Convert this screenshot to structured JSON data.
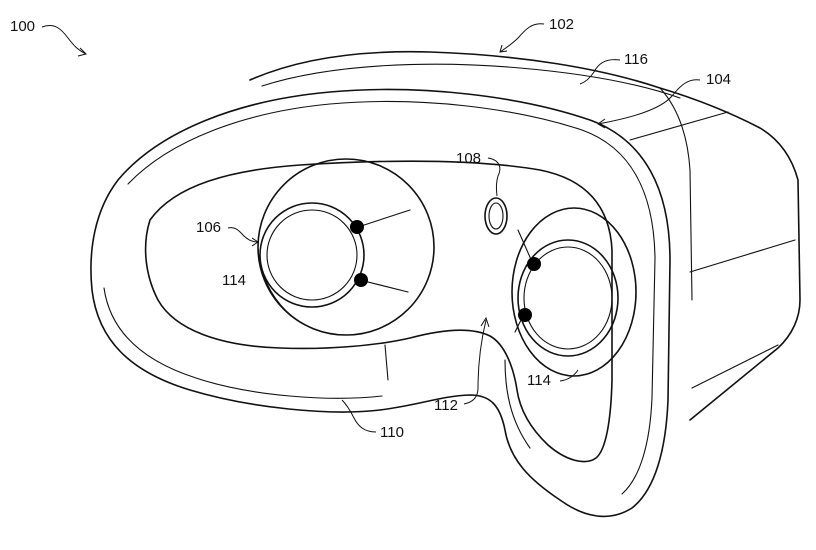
{
  "figure": {
    "labels": {
      "device": "100",
      "headset": "102",
      "face_interface": "104",
      "left_optical_assembly": "106",
      "sensor": "108",
      "cushion": "110",
      "nose_region": "112",
      "lens_region_left": "114",
      "lens_region_right": "114",
      "housing": "116"
    }
  }
}
